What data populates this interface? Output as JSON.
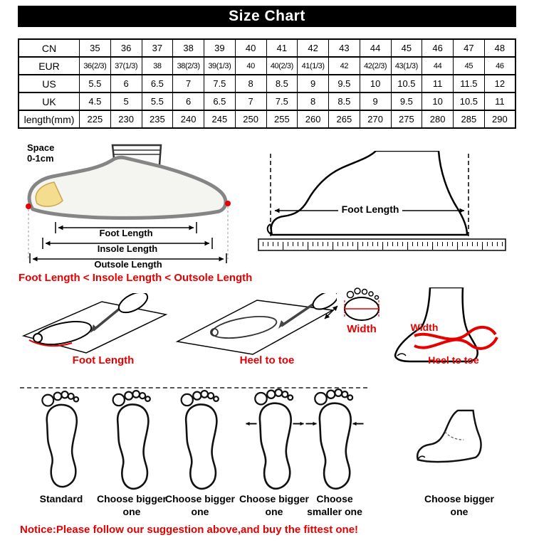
{
  "header": {
    "title": "Size Chart"
  },
  "size_table": {
    "rows": [
      {
        "label": "CN",
        "values": [
          "35",
          "36",
          "37",
          "38",
          "39",
          "40",
          "41",
          "42",
          "43",
          "44",
          "45",
          "46",
          "47",
          "48"
        ]
      },
      {
        "label": "EUR",
        "values": [
          "36(2/3)",
          "37(1/3)",
          "38",
          "38(2/3)",
          "39(1/3)",
          "40",
          "40(2/3)",
          "41(1/3)",
          "42",
          "42(2/3)",
          "43(1/3)",
          "44",
          "45",
          "46"
        ]
      },
      {
        "label": "US",
        "values": [
          "5.5",
          "6",
          "6.5",
          "7",
          "7.5",
          "8",
          "8.5",
          "9",
          "9.5",
          "10",
          "10.5",
          "11",
          "11.5",
          "12"
        ]
      },
      {
        "label": "UK",
        "values": [
          "4.5",
          "5",
          "5.5",
          "6",
          "6.5",
          "7",
          "7.5",
          "8",
          "8.5",
          "9",
          "9.5",
          "10",
          "10.5",
          "11"
        ]
      },
      {
        "label": "length(mm)",
        "values": [
          "225",
          "230",
          "235",
          "240",
          "245",
          "250",
          "255",
          "260",
          "265",
          "270",
          "275",
          "280",
          "285",
          "290"
        ]
      }
    ]
  },
  "measure": {
    "space_label": "Space 0-1cm",
    "dims": [
      "Foot Length",
      "Insole Length",
      "Outsole Length"
    ],
    "rule_text": "Foot Length < Insole Length < Outsole Length",
    "ruler_label": "Foot Length"
  },
  "steps": {
    "trace_label": "Foot Length",
    "heel_label": "Heel to toe",
    "width_label": "Width",
    "width_label_2": "Width",
    "heel_label_2": "Heel to toe"
  },
  "fit_guide": {
    "labels": [
      "Standard",
      "Choose bigger one",
      "Choose bigger one",
      "Choose bigger one",
      "Choose smaller one",
      "Choose bigger one"
    ]
  },
  "notice": {
    "text": "Notice:Please follow our suggestion above,and buy the fittest one!"
  },
  "colors": {
    "accent_red": "#e60000",
    "header_bg": "#000000",
    "header_text": "#ffffff"
  }
}
